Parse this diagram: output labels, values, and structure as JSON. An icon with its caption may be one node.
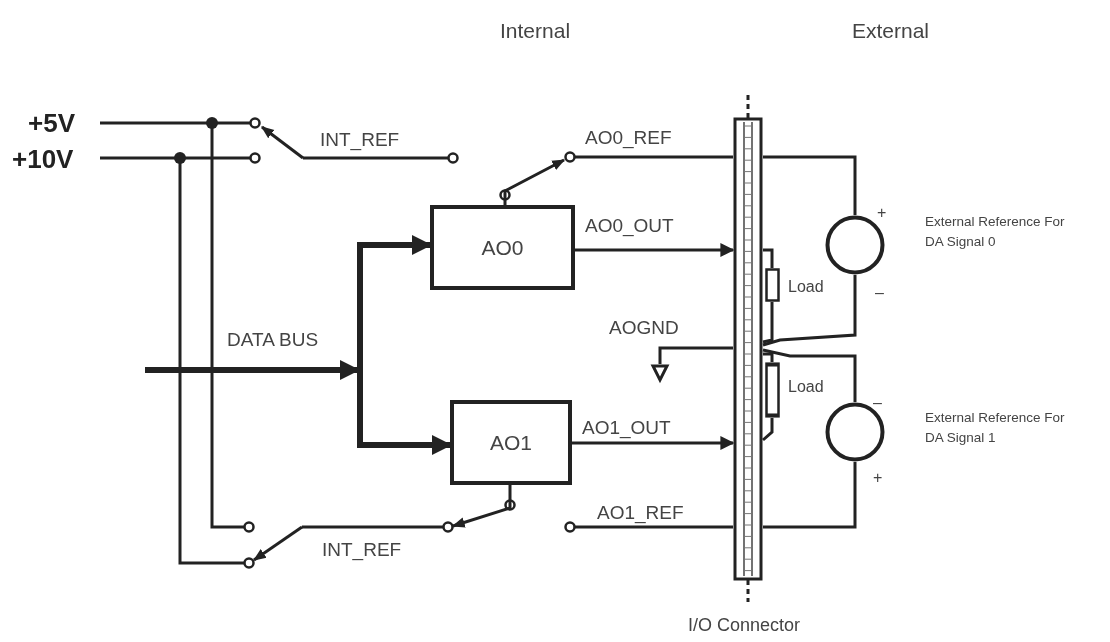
{
  "diagram": {
    "nodes": [
      {
        "text": [
          "AO0"
        ]
      },
      {
        "text": [
          "AO1"
        ]
      },
      {
        "text": [],
        "shape": "bar",
        "beside": [
          "I/O Connector"
        ]
      },
      {
        "text": [],
        "shape": "circle",
        "beside": [
          "+",
          "External Reference For DA Signal 0",
          "–"
        ]
      },
      {
        "text": [],
        "shape": "circle",
        "beside": [
          "–",
          "External Reference For DA Signal 1",
          "+"
        ]
      },
      {
        "text": [],
        "shape": "box",
        "beside": [
          "Load"
        ]
      },
      {
        "text": [],
        "shape": "box",
        "beside": [
          "Load"
        ]
      },
      {
        "text": [],
        "shape": "triangle"
      }
    ],
    "edges": [
      {
        "from": null,
        "to": 0,
        "arrow": "to",
        "style": "thick",
        "label": "DATA BUS"
      },
      {
        "from": null,
        "to": 1,
        "arrow": "to",
        "style": "thick"
      },
      {
        "from": 0,
        "to": 2,
        "arrow": "to",
        "label": "AO0_OUT"
      },
      {
        "from": 1,
        "to": 2,
        "arrow": "to",
        "label": "AO1_OUT"
      },
      {
        "from": 2,
        "to": 3,
        "arrow": "none"
      },
      {
        "from": 3,
        "to": 2,
        "arrow": "none"
      },
      {
        "from": 2,
        "to": 4,
        "arrow": "none"
      },
      {
        "from": 4,
        "to": 2,
        "arrow": "none"
      },
      {
        "from": 2,
        "to": 5,
        "arrow": "none"
      },
      {
        "from": 5,
        "to": 2,
        "arrow": "none"
      },
      {
        "from": 2,
        "to": 6,
        "arrow": "none"
      },
      {
        "from": 6,
        "to": 2,
        "arrow": "none"
      },
      {
        "from": 2,
        "to": 7,
        "arrow": "none",
        "label": "AOGND"
      },
      {
        "from": 0,
        "to": null,
        "arrow": "to"
      },
      {
        "from": 1,
        "to": null,
        "arrow": "to"
      }
    ],
    "labels": [
      "Internal",
      "External",
      "+5V",
      "+10V",
      "INT_REF",
      "AO0_REF",
      "INT_REF",
      "AO1_REF"
    ]
  }
}
